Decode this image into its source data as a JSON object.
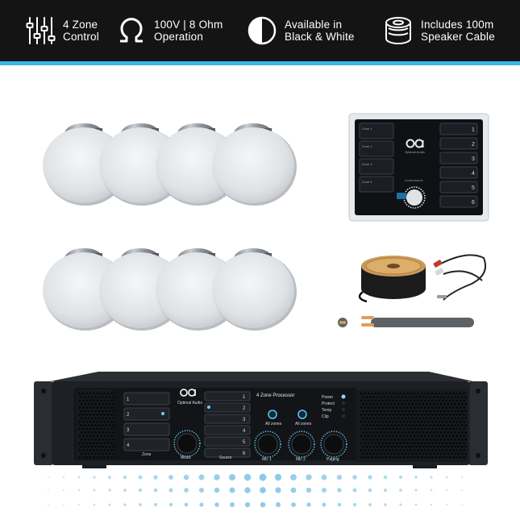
{
  "features": [
    {
      "icon": "sliders-icon",
      "line1": "4 Zone",
      "line2": "Control"
    },
    {
      "icon": "ohm-icon",
      "line1": "100V | 8 Ohm",
      "line2": "Operation"
    },
    {
      "icon": "half-circle-icon",
      "line1": "Available in",
      "line2": "Black & White"
    },
    {
      "icon": "cable-reel-icon",
      "line1": "Includes 100m",
      "line2": "Speaker Cable"
    }
  ],
  "colors": {
    "banner": "#141414",
    "accent": "#39b6e6",
    "dots": "#7fc4e6"
  },
  "wall_panel": {
    "brand": "Optimal Audio",
    "source_label": "Local source",
    "zone_labels": [
      "Zone 1",
      "Zone 2",
      "Zone 3",
      "Zone 4"
    ],
    "source_numbers": [
      "1",
      "2",
      "3",
      "4",
      "5",
      "6"
    ]
  },
  "amplifier": {
    "brand": "Optimal Audio",
    "model": "4 Zone Processor",
    "zone_numbers": [
      "1",
      "2",
      "3",
      "4"
    ],
    "source_numbers": [
      "1",
      "2",
      "3",
      "4",
      "5",
      "6"
    ],
    "indicators": [
      "Power",
      "Protect",
      "Temp",
      "Clip"
    ],
    "all_zones": [
      "All zones",
      "All zones"
    ],
    "knob_labels": [
      "Zone",
      "Music",
      "Source",
      "Mic 1",
      "Mic 2",
      "Paging"
    ]
  }
}
